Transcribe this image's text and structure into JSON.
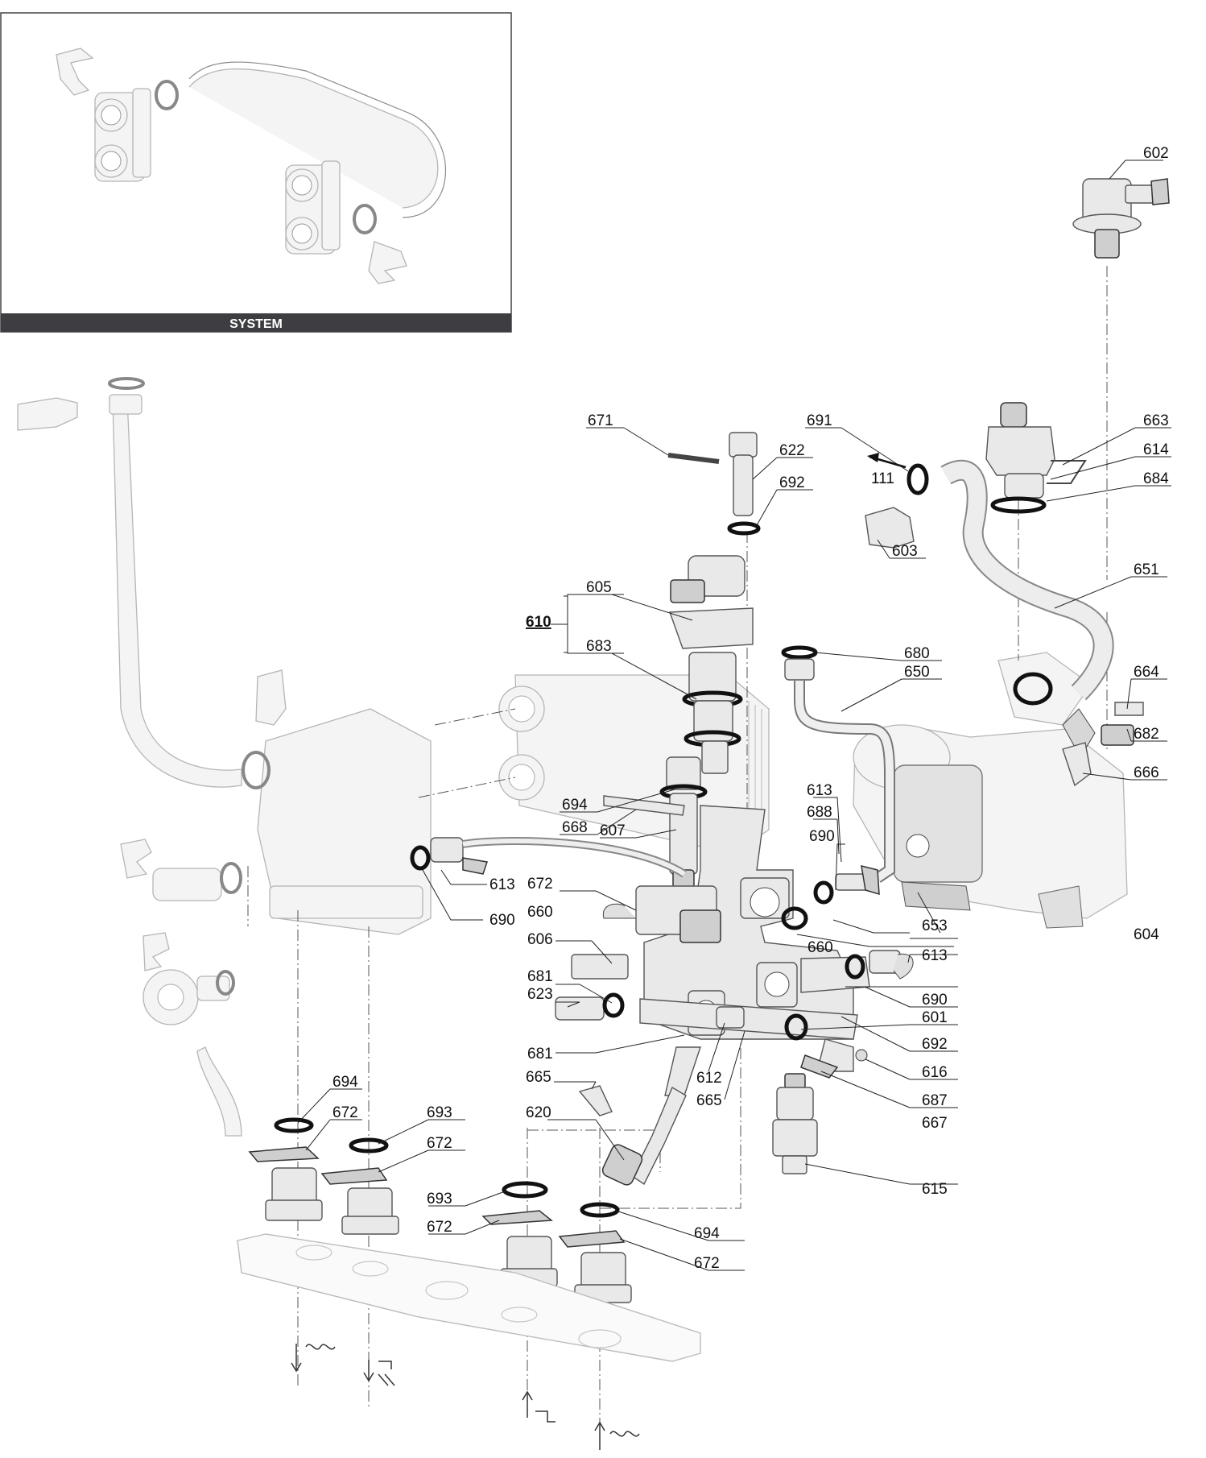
{
  "inset": {
    "caption": "SYSTEM"
  },
  "group_label": "610",
  "arrow_label": "111",
  "labels": [
    {
      "id": "l602",
      "text": "602"
    },
    {
      "id": "l663",
      "text": "663"
    },
    {
      "id": "l614",
      "text": "614"
    },
    {
      "id": "l684",
      "text": "684"
    },
    {
      "id": "l671",
      "text": "671"
    },
    {
      "id": "l622",
      "text": "622"
    },
    {
      "id": "l692a",
      "text": "692"
    },
    {
      "id": "l691",
      "text": "691"
    },
    {
      "id": "l603",
      "text": "603"
    },
    {
      "id": "l651",
      "text": "651"
    },
    {
      "id": "l605",
      "text": "605"
    },
    {
      "id": "l683",
      "text": "683"
    },
    {
      "id": "l680",
      "text": "680"
    },
    {
      "id": "l650",
      "text": "650"
    },
    {
      "id": "l664",
      "text": "664"
    },
    {
      "id": "l682",
      "text": "682"
    },
    {
      "id": "l666",
      "text": "666"
    },
    {
      "id": "l694a",
      "text": "694"
    },
    {
      "id": "l668",
      "text": "668"
    },
    {
      "id": "l607",
      "text": "607"
    },
    {
      "id": "l613a",
      "text": "613"
    },
    {
      "id": "l688",
      "text": "688"
    },
    {
      "id": "l690a",
      "text": "690"
    },
    {
      "id": "l613b",
      "text": "613"
    },
    {
      "id": "l690b",
      "text": "690"
    },
    {
      "id": "l672a",
      "text": "672"
    },
    {
      "id": "l660a",
      "text": "660"
    },
    {
      "id": "l653",
      "text": "653"
    },
    {
      "id": "l604",
      "text": "604"
    },
    {
      "id": "l606",
      "text": "606"
    },
    {
      "id": "l660b",
      "text": "660"
    },
    {
      "id": "l613c",
      "text": "613"
    },
    {
      "id": "l681a",
      "text": "681"
    },
    {
      "id": "l623",
      "text": "623"
    },
    {
      "id": "l690c",
      "text": "690"
    },
    {
      "id": "l601",
      "text": "601"
    },
    {
      "id": "l692b",
      "text": "692"
    },
    {
      "id": "l681b",
      "text": "681"
    },
    {
      "id": "l616",
      "text": "616"
    },
    {
      "id": "l612",
      "text": "612"
    },
    {
      "id": "l687",
      "text": "687"
    },
    {
      "id": "l665a",
      "text": "665"
    },
    {
      "id": "l665b",
      "text": "665"
    },
    {
      "id": "l667",
      "text": "667"
    },
    {
      "id": "l694b",
      "text": "694"
    },
    {
      "id": "l672b",
      "text": "672"
    },
    {
      "id": "l693a",
      "text": "693"
    },
    {
      "id": "l672c",
      "text": "672"
    },
    {
      "id": "l620",
      "text": "620"
    },
    {
      "id": "l615",
      "text": "615"
    },
    {
      "id": "l693b",
      "text": "693"
    },
    {
      "id": "l672d",
      "text": "672"
    },
    {
      "id": "l694c",
      "text": "694"
    },
    {
      "id": "l672e",
      "text": "672"
    }
  ]
}
